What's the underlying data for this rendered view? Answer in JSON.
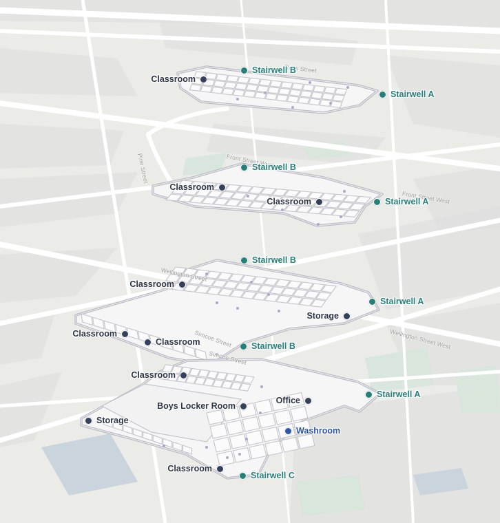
{
  "map": {
    "colors": {
      "background": "#ebebe8",
      "road": "#ffffff",
      "block": "#dedede",
      "park": "#d6e6dc",
      "water": "#c7d1db",
      "floor_fill": "#f6f6f6",
      "floor_wall": "#b9b9c2",
      "stairwell": "#26807a",
      "room": "#33415c",
      "washroom": "#2e56a8"
    },
    "streets": [
      {
        "name": "Pine Street",
        "kind": "street-label"
      },
      {
        "name": "Simcoe Street",
        "kind": "street-label"
      },
      {
        "name": "Simcoe Street",
        "kind": "street-label"
      },
      {
        "name": "Wellington Street West",
        "kind": "street-label"
      },
      {
        "name": "Front Street West",
        "kind": "street-label"
      },
      {
        "name": "Front Street West",
        "kind": "street-label"
      },
      {
        "name": "Wellington Street",
        "kind": "street-label"
      },
      {
        "name": "Ross Street",
        "kind": "street-label"
      }
    ],
    "floors": [
      {
        "pois": [
          {
            "label": "Stairwell B",
            "type": "stairwell",
            "icon": "stairwell-marker"
          },
          {
            "label": "Classroom",
            "type": "room",
            "icon": "room-marker"
          },
          {
            "label": "Stairwell A",
            "type": "stairwell",
            "icon": "stairwell-marker"
          }
        ]
      },
      {
        "pois": [
          {
            "label": "Stairwell B",
            "type": "stairwell",
            "icon": "stairwell-marker"
          },
          {
            "label": "Classroom",
            "type": "room",
            "icon": "room-marker"
          },
          {
            "label": "Classroom",
            "type": "room",
            "icon": "room-marker"
          },
          {
            "label": "Stairwell A",
            "type": "stairwell",
            "icon": "stairwell-marker"
          }
        ]
      },
      {
        "pois": [
          {
            "label": "Stairwell B",
            "type": "stairwell",
            "icon": "stairwell-marker"
          },
          {
            "label": "Classroom",
            "type": "room",
            "icon": "room-marker"
          },
          {
            "label": "Stairwell A",
            "type": "stairwell",
            "icon": "stairwell-marker"
          },
          {
            "label": "Storage",
            "type": "room",
            "icon": "room-marker"
          },
          {
            "label": "Classroom",
            "type": "room",
            "icon": "room-marker"
          },
          {
            "label": "Classroom",
            "type": "room",
            "icon": "room-marker"
          }
        ]
      },
      {
        "pois": [
          {
            "label": "Stairwell B",
            "type": "stairwell",
            "icon": "stairwell-marker"
          },
          {
            "label": "Classroom",
            "type": "room",
            "icon": "room-marker"
          },
          {
            "label": "Office",
            "type": "room",
            "icon": "room-marker"
          },
          {
            "label": "Stairwell A",
            "type": "stairwell",
            "icon": "stairwell-marker"
          },
          {
            "label": "Boys Locker Room",
            "type": "room",
            "icon": "room-marker"
          },
          {
            "label": "Storage",
            "type": "room",
            "icon": "room-marker"
          },
          {
            "label": "Washroom",
            "type": "washroom",
            "icon": "washroom-marker"
          },
          {
            "label": "Classroom",
            "type": "room",
            "icon": "room-marker"
          },
          {
            "label": "Stairwell C",
            "type": "stairwell",
            "icon": "stairwell-marker"
          }
        ]
      }
    ]
  }
}
